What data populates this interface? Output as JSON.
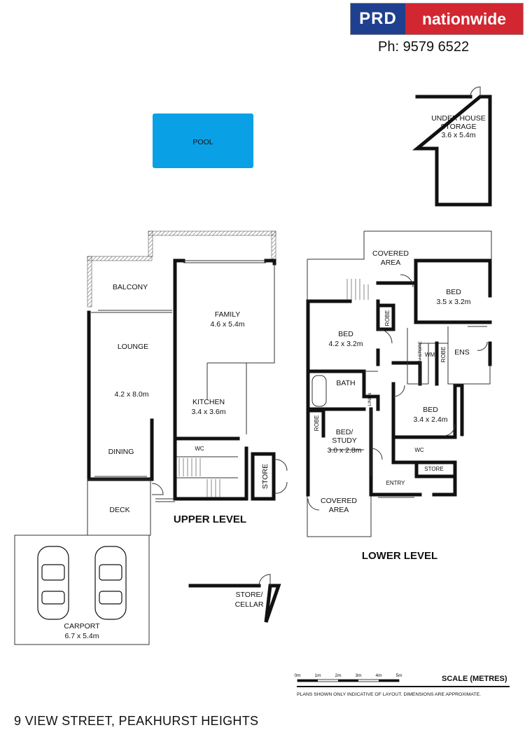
{
  "brand": {
    "left": "PRD",
    "right": "nationwide",
    "left_color": "#1f3f8f",
    "right_color": "#d22630"
  },
  "phone": "Ph: 9579 6522",
  "address": "9 VIEW STREET, PEAKHURST HEIGHTS",
  "levels": {
    "upper": "UPPER LEVEL",
    "lower": "LOWER LEVEL"
  },
  "pool": {
    "label": "POOL",
    "color": "#0aa0e6"
  },
  "storage": {
    "line1": "UNDER HOUSE",
    "line2": "STORAGE",
    "dims": "3.6 x 5.4m"
  },
  "upper_rooms": {
    "balcony": "BALCONY",
    "family": "FAMILY",
    "family_dims": "4.6 x 5.4m",
    "lounge": "LOUNGE",
    "lounge_dims": "4.2 x 8.0m",
    "kitchen": "KITCHEN",
    "kitchen_dims": "3.4 x 3.6m",
    "dining": "DINING",
    "wc": "WC",
    "store": "STORE",
    "deck": "DECK",
    "carport": "CARPORT",
    "carport_dims": "6.7 x 5.4m",
    "cellar_line1": "STORE/",
    "cellar_line2": "CELLAR"
  },
  "lower_rooms": {
    "covered_top_1": "COVERED",
    "covered_top_2": "AREA",
    "bed1": "BED",
    "bed1_dims": "3.5 x 3.2m",
    "bed2": "BED",
    "bed2_dims": "4.2 x 3.2m",
    "robe_a": "ROBE",
    "ldry": "L'DRY / STORE",
    "wm": "WM",
    "robe_b": "ROBE",
    "ens": "ENS",
    "bath": "BATH",
    "linen": "LINEN",
    "bed3": "BED",
    "bed3_dims": "3.4 x 2.4m",
    "robe_c": "ROBE",
    "study_1": "BED/",
    "study_2": "STUDY",
    "study_dims": "3.0 x 2.8m",
    "wc": "WC",
    "store": "STORE",
    "entry": "ENTRY",
    "covered_bottom_1": "COVERED",
    "covered_bottom_2": "AREA"
  },
  "scale": {
    "title": "SCALE (METRES)",
    "ticks": [
      "0m",
      "1m",
      "2m",
      "3m",
      "4m",
      "5m"
    ]
  },
  "disclaimer": "PLANS SHOWN ONLY INDICATIVE OF LAYOUT.  DIMENSIONS ARE APPROXIMATE."
}
